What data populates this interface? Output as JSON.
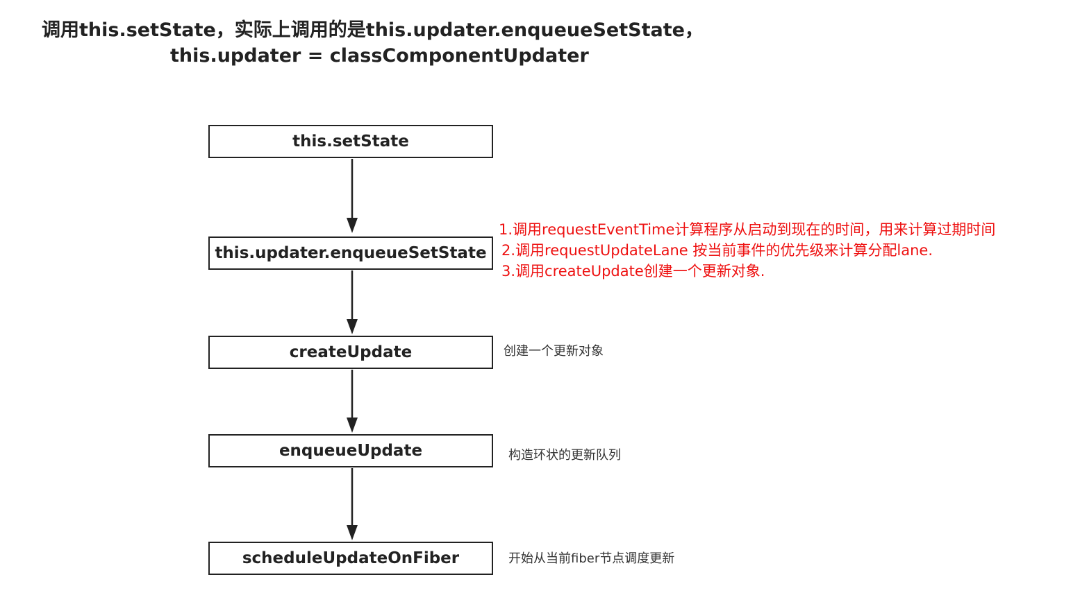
{
  "header": {
    "line1": "调用this.setState，实际上调用的是this.updater.enqueueSetState，",
    "line2": "this.updater = classComponentUpdater"
  },
  "flow": {
    "steps": [
      {
        "label": "this.setState"
      },
      {
        "label": "this.updater.enqueueSetState"
      },
      {
        "label": "createUpdate"
      },
      {
        "label": "enqueueUpdate"
      },
      {
        "label": "scheduleUpdateOnFiber"
      }
    ]
  },
  "annotations": {
    "enqueue_set_state_notes": [
      "1.调用requestEventTime计算程序从启动到现在的时间，用来计算过期时间",
      "2.调用requestUpdateLane 按当前事件的优先级来计算分配lane.",
      "3.调用createUpdate创建一个更新对象."
    ],
    "create_update_note": "创建一个更新对象",
    "enqueue_update_note": "构造环状的更新队列",
    "schedule_note": "开始从当前fiber节点调度更新"
  },
  "colors": {
    "box_border": "#222222",
    "arrow": "#222222",
    "highlight_text": "#ee1111",
    "note_text": "#333333"
  }
}
